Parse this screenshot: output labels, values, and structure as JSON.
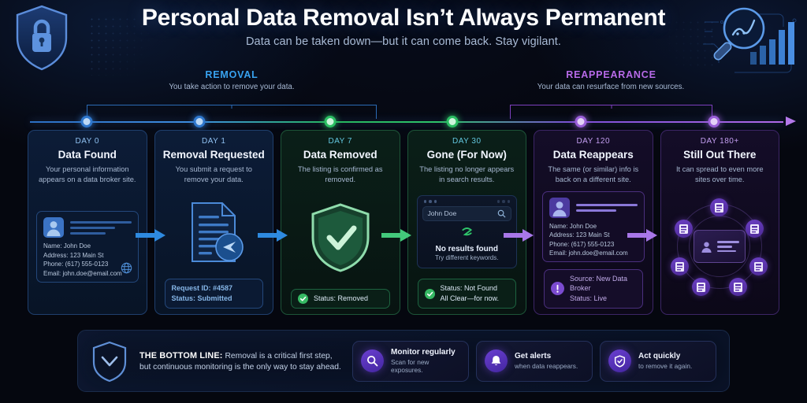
{
  "header": {
    "title": "Personal Data Removal Isn’t Always Permanent",
    "subtitle": "Data can be taken down—but it can come back. Stay vigilant."
  },
  "phases": [
    {
      "label": "REMOVAL",
      "sub": "You take action to remove your data.",
      "color": "#38a2ef"
    },
    {
      "label": "REAPPEARANCE",
      "sub": "Your data can resurface from new sources.",
      "color": "#b76ae8"
    }
  ],
  "timeline": {
    "dot_colors": [
      "#3b82e0",
      "#3b82e0",
      "#2fc46a",
      "#2fc46a",
      "#a96fe0",
      "#a96fe0"
    ],
    "line_gradient": "#2c6fc4 → #2fc46a → #b06ae8"
  },
  "steps": [
    {
      "day": "DAY 0",
      "title": "Data Found",
      "desc": "Your personal information appears on a data broker site.",
      "accent": "#4f93e6",
      "record": {
        "fields": [
          "Name: John Doe",
          "Address: 123 Main St",
          "Phone: (617) 555-0123",
          "Email: john.doe@email.com"
        ]
      },
      "icons": [
        "avatar-icon",
        "globe-icon"
      ]
    },
    {
      "day": "DAY 1",
      "title": "Removal Requested",
      "desc": "You submit a request to remove your data.",
      "accent": "#4f93e6",
      "pill": {
        "line1": "Request ID: #4587",
        "line2": "Status: Submitted"
      },
      "icons": [
        "document-icon",
        "send-icon"
      ]
    },
    {
      "day": "DAY 7",
      "title": "Data Removed",
      "desc": "The listing is confirmed as removed.",
      "accent": "#3ec46f",
      "pill": {
        "line1": "Status: Removed"
      },
      "icons": [
        "shield-check-icon"
      ]
    },
    {
      "day": "DAY 30",
      "title": "Gone (For Now)",
      "desc": "The listing no longer appears in search results.",
      "accent": "#3ec46f",
      "search": {
        "query": "John Doe",
        "result_title": "No results found",
        "result_sub": "Try different keywords."
      },
      "pill": {
        "line1": "Status: Not Found",
        "line2": "All Clear—for now."
      },
      "icons": [
        "search-icon",
        "no-results-icon",
        "check-circle-icon"
      ]
    },
    {
      "day": "DAY 120",
      "title": "Data Reappears",
      "desc": "The same (or similar) info is back on a different site.",
      "accent": "#a96fe0",
      "record": {
        "fields": [
          "Name: John Doe",
          "Address: 123 Main St",
          "Phone: (617) 555-0123",
          "Email: john.doe@email.com"
        ]
      },
      "pill": {
        "line1": "Source: New Data Broker",
        "line2": "Status: Live"
      },
      "icons": [
        "avatar-icon",
        "alert-icon"
      ]
    },
    {
      "day": "DAY 180+",
      "title": "Still Out There",
      "desc": "It can spread to even more sites over time.",
      "accent": "#a96fe0",
      "icons": [
        "network-spread-icon",
        "id-card-icon"
      ]
    }
  ],
  "bottom": {
    "headline_label": "THE BOTTOM LINE:",
    "line1": "Removal is a critical first step,",
    "line2": "but continuous monitoring is the only way to stay ahead.",
    "shield_icon": "shield-chevron-icon",
    "actions": [
      {
        "icon": "search-icon",
        "title": "Monitor regularly",
        "sub": "Scan for new exposures."
      },
      {
        "icon": "bell-icon",
        "title": "Get alerts",
        "sub": "when data reappears."
      },
      {
        "icon": "shield-check-icon",
        "title": "Act quickly",
        "sub": "to remove it again."
      }
    ]
  }
}
